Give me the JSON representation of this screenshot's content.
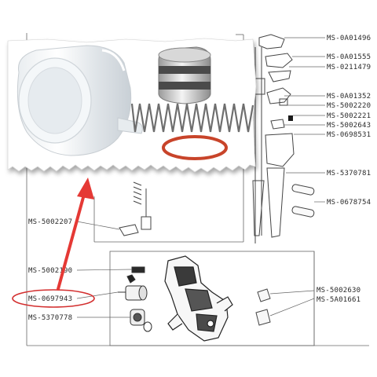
{
  "right_labels": [
    {
      "id": "ms-0a01496",
      "text": "MS-0A01496"
    },
    {
      "id": "ms-0a01555",
      "text": "MS-0A01555"
    },
    {
      "id": "ms-0211479",
      "text": "MS-0211479"
    },
    {
      "id": "ms-0a01352",
      "text": "MS-0A01352"
    },
    {
      "id": "ms-5002220",
      "text": "MS-5002220"
    },
    {
      "id": "ms-5002221",
      "text": "MS-5002221"
    },
    {
      "id": "ms-5002643",
      "text": "MS-5002643"
    },
    {
      "id": "ms-0698531",
      "text": "MS-0698531"
    },
    {
      "id": "ms-5370781",
      "text": "MS-5370781"
    },
    {
      "id": "ms-0678754",
      "text": "MS-0678754"
    },
    {
      "id": "ms-5002630",
      "text": "MS-5002630"
    },
    {
      "id": "ms-5a01661",
      "text": "MS-5A01661"
    }
  ],
  "left_labels": [
    {
      "id": "ms-5002207",
      "text": "MS-5002207"
    },
    {
      "id": "ms-5002190",
      "text": "MS-5002190"
    },
    {
      "id": "ms-0697943",
      "text": "MS-0697943"
    },
    {
      "id": "ms-5370778",
      "text": "MS-5370778"
    }
  ],
  "highlight": {
    "target_label": "MS-0697943",
    "ellipse_color": "#d32f2f",
    "arrow_color": "#e53935"
  },
  "colors": {
    "line": "#555555",
    "dark_part": "#3a3a3a",
    "oring": "#c8442a",
    "spring": "#6e6e6e"
  }
}
